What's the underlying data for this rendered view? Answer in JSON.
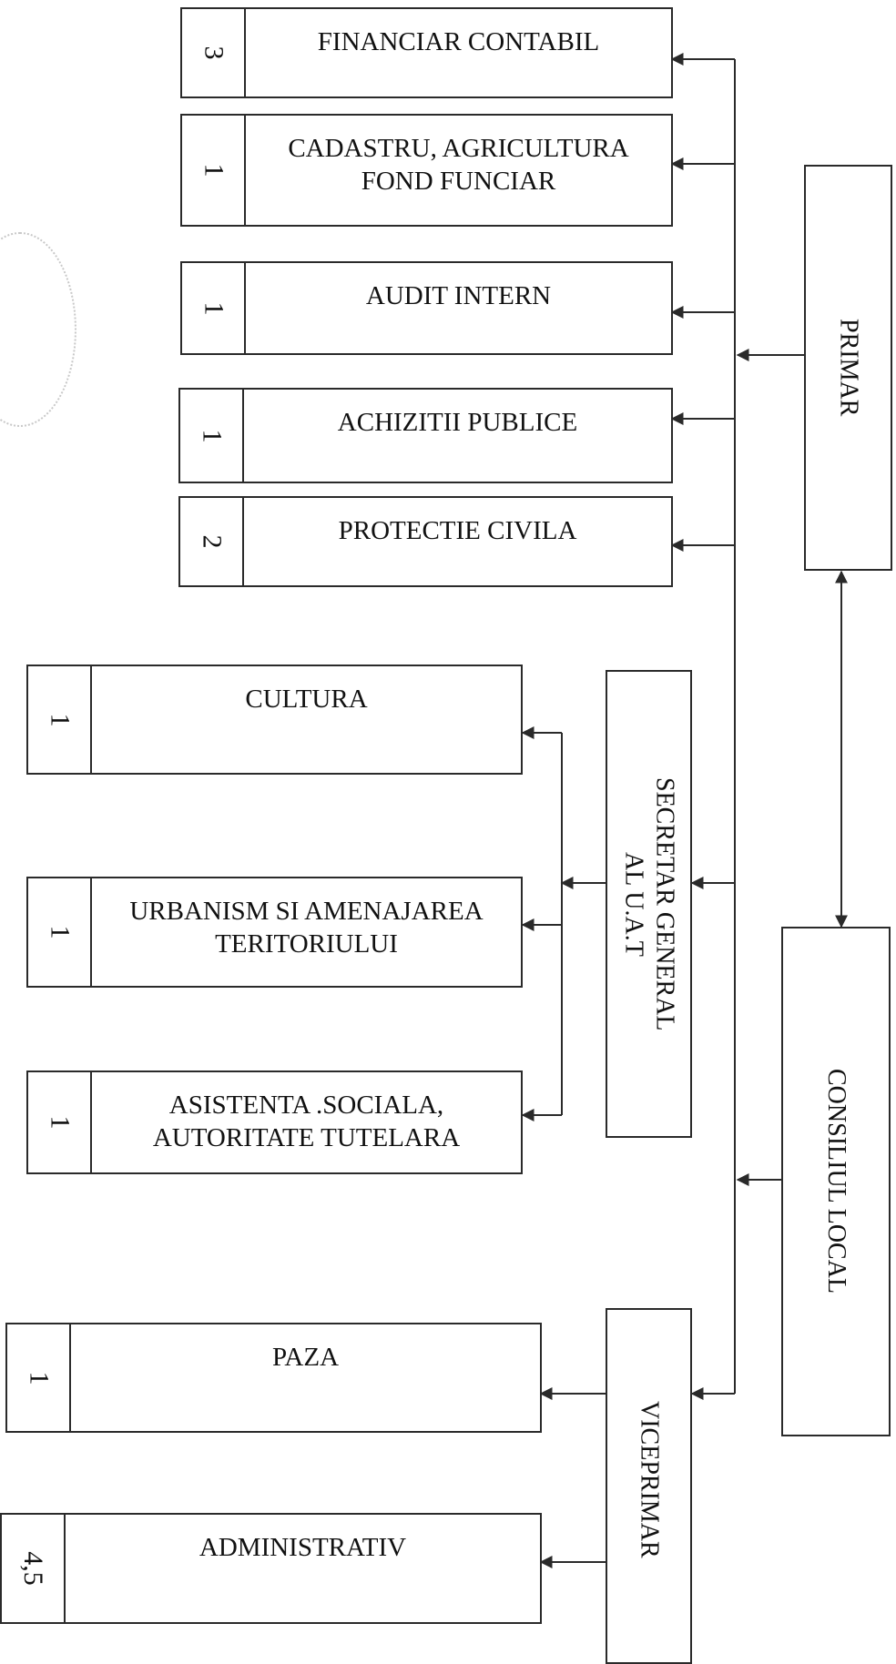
{
  "departments": [
    {
      "id": "financiar",
      "count": "3",
      "name": "FINANCIAR CONTABIL"
    },
    {
      "id": "cadastru",
      "count": "1",
      "name": "CADASTRU, AGRICULTURA\nFOND FUNCIAR"
    },
    {
      "id": "audit",
      "count": "1",
      "name": "AUDIT INTERN"
    },
    {
      "id": "achizitii",
      "count": "1",
      "name": "ACHIZITII PUBLICE"
    },
    {
      "id": "protectie",
      "count": "2",
      "name": "PROTECTIE CIVILA"
    },
    {
      "id": "cultura",
      "count": "1",
      "name": "CULTURA"
    },
    {
      "id": "urbanism",
      "count": "1",
      "name": "URBANISM SI AMENAJAREA\nTERITORIULUI"
    },
    {
      "id": "asistenta",
      "count": "1",
      "name": "ASISTENTA .SOCIALA,\nAUTORITATE TUTELARA"
    },
    {
      "id": "paza",
      "count": "1",
      "name": "PAZA"
    },
    {
      "id": "administrativ",
      "count": "4,5",
      "name": "ADMINISTRATIV"
    }
  ],
  "leaders": {
    "primar": "PRIMAR",
    "secretar": "SECRETAR GENERAL\nAL U.A.T",
    "consiliu": "CONSILIUL LOCAL",
    "viceprimar": "VICEPRIMAR"
  }
}
